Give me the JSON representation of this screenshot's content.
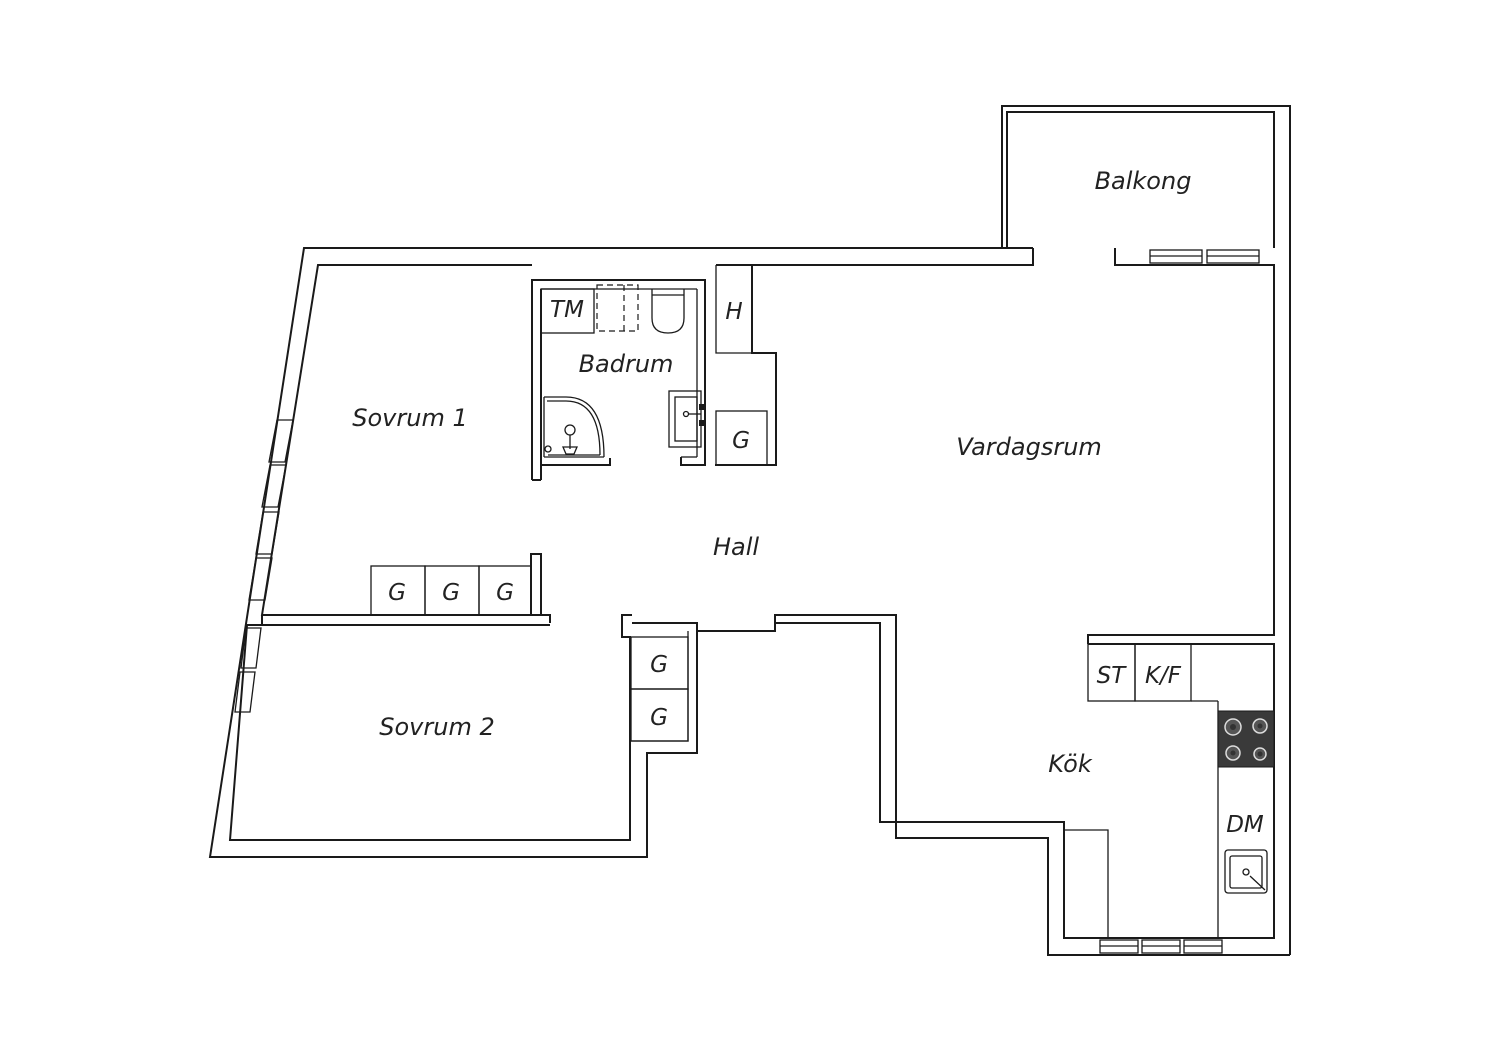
{
  "rooms": {
    "balkong": "Balkong",
    "sovrum1": "Sovrum 1",
    "sovrum2": "Sovrum 2",
    "badrum": "Badrum",
    "hall": "Hall",
    "vardagsrum": "Vardagsrum",
    "kok": "Kök"
  },
  "fixtures": {
    "tm": "TM",
    "h": "H",
    "g": "G",
    "st": "ST",
    "kf": "K/F",
    "dm": "DM"
  },
  "colors": {
    "line": "#1a1a1a",
    "stove": "#3a3a3a",
    "background": "#ffffff"
  }
}
